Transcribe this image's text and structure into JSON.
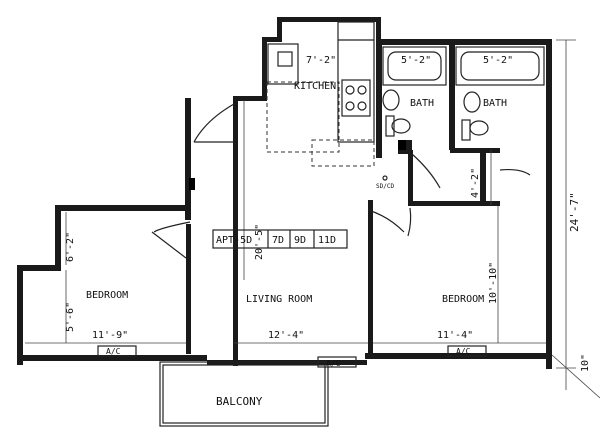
{
  "rooms": {
    "kitchen": "KITCHEN",
    "bath_left": "BATH",
    "bath_right": "BATH",
    "bedroom_left": "BEDROOM",
    "living_room": "LIVING ROOM",
    "bedroom_right": "BEDROOM",
    "balcony": "BALCONY"
  },
  "apartment_label": {
    "prefix": "APT-5D",
    "units": [
      "7D",
      "9D",
      "11D"
    ]
  },
  "fixtures": {
    "washer_dryer": "SD/CD"
  },
  "dimensions": {
    "kitchen_width": "7'-2\"",
    "bath_left_width": "5'-2\"",
    "bath_right_width": "5'-2\"",
    "bath_depth": "4'-2\"",
    "living_height": "20'-5\"",
    "bedroom_left_upper": "6'-2\"",
    "bedroom_left_lower": "5'-6\"",
    "bedroom_left_width": "11'-9\"",
    "living_width": "12'-4\"",
    "bedroom_right_width": "11'-4\"",
    "bedroom_right_height": "10'-10\"",
    "overall_height": "24'-7\"",
    "balcony_depth": "10\""
  },
  "ac_units": [
    "A/C",
    "A/C",
    "A/C"
  ]
}
